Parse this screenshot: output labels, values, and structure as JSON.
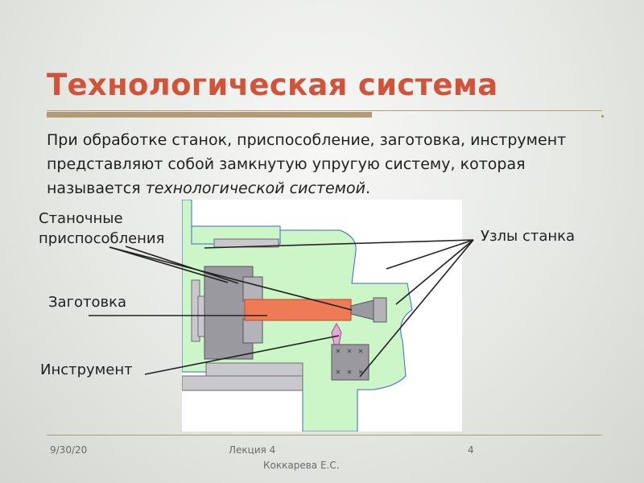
{
  "slide": {
    "title": "Технологическая система",
    "body_prefix": "При обработке станок, приспособление, заготовка, инструмент  представляют собой замкнутую упругую систему, которая называется ",
    "body_emphasis": "технологической системой",
    "body_suffix": "."
  },
  "diagram": {
    "labels": {
      "fixtures": "Станочные приспособления",
      "workpiece": "Заготовка",
      "tool": "Инструмент",
      "machine_units": "Узлы станка"
    },
    "colors": {
      "machine_body": "#ccf5c8",
      "fixture": "#9a99a0",
      "fixture_light": "#c9c9cd",
      "workpiece": "#ee7b55",
      "outline": "#3b67c7",
      "tool_tip": "#e6a8d6",
      "leader_line": "#222222"
    }
  },
  "footer": {
    "date": "9/30/20",
    "lecture": "Лекция 4",
    "author": "Коккарева Е.С.",
    "page_number": "4"
  }
}
